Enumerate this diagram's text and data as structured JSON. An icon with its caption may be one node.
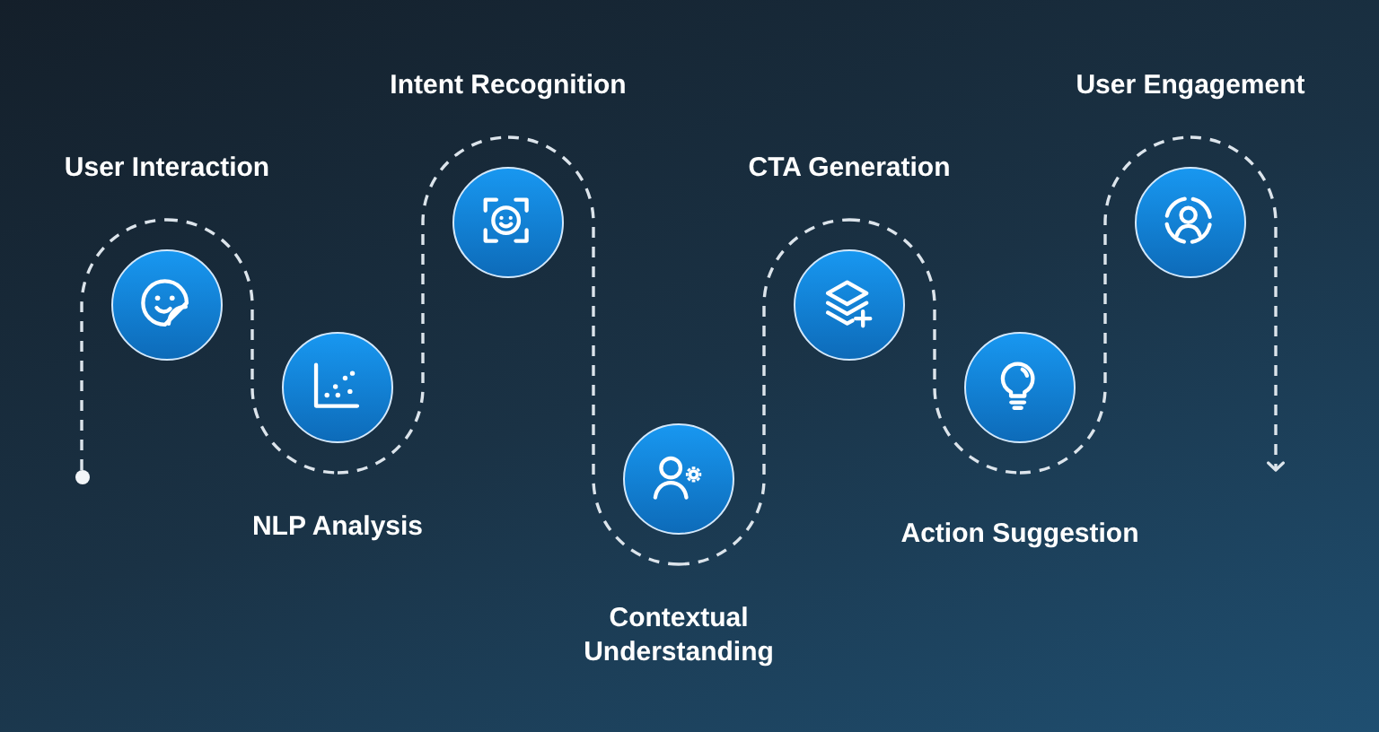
{
  "diagram": {
    "nodes": [
      {
        "text": [],
        "shape": "circle"
      },
      {
        "text": [
          "User Interaction"
        ]
      },
      {
        "text": [
          "NLP Analysis"
        ]
      },
      {
        "text": [
          "Intent Recognition"
        ]
      },
      {
        "text": [
          "Contextual Understanding"
        ]
      },
      {
        "text": [
          "CTA Generation"
        ]
      },
      {
        "text": [
          "Action Suggestion"
        ]
      },
      {
        "text": [
          "User Engagement"
        ]
      }
    ],
    "edges": [
      {
        "from": 0,
        "to": 1,
        "arrow": "none",
        "style": "dashed"
      },
      {
        "from": 1,
        "to": 2,
        "arrow": "none",
        "style": "dashed"
      },
      {
        "from": 2,
        "to": 3,
        "arrow": "none",
        "style": "dashed"
      },
      {
        "from": 3,
        "to": 4,
        "arrow": "none",
        "style": "dashed"
      },
      {
        "from": 4,
        "to": 5,
        "arrow": "none",
        "style": "dashed"
      },
      {
        "from": 5,
        "to": 6,
        "arrow": "none",
        "style": "dashed"
      },
      {
        "from": 6,
        "to": 7,
        "arrow": "none",
        "style": "dashed"
      },
      {
        "from": 7,
        "to": null,
        "arrow": "to",
        "style": "dashed"
      }
    ]
  }
}
